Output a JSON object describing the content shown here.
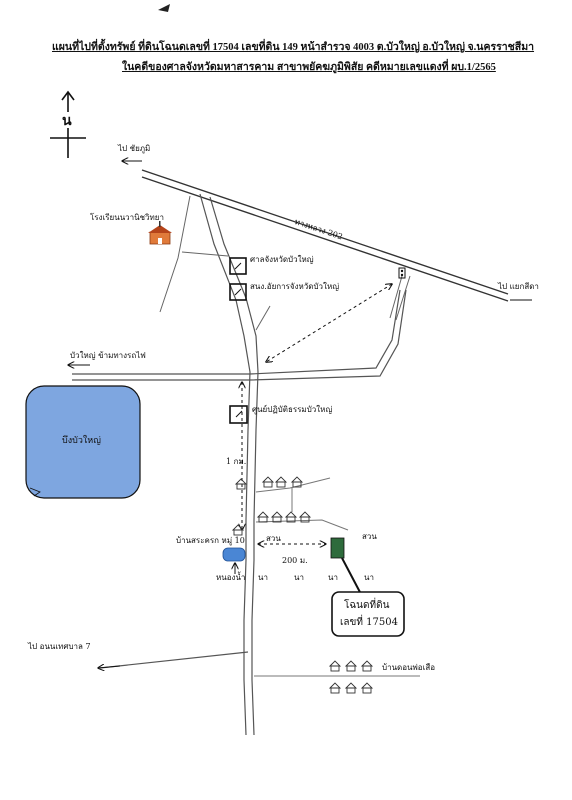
{
  "title": {
    "line1": "แผนที่ไปที่ตั้งทรัพย์  ที่ดินโฉนดเลขที่  17504  เลขที่ดิน  149  หน้าสำรวจ  4003  ต.บัวใหญ่  อ.บัวใหญ่  จ.นครราชสีมา",
    "line2": "ในคดีของศาลจังหวัดมหาสารคาม  สาขาพยัคฆภูมิพิสัย   คดีหมายเลขแดงที่  ผบ.1/2565"
  },
  "north_label": "น",
  "labels": {
    "to_chaiyaphum": "ไป  ชัยภูมิ",
    "highway": "ทางหลวง 202",
    "school": "โรงเรียนนวานิชวิทยา",
    "court": "ศาลจังหวัดบัวใหญ่",
    "prosecutor": "สนง.อัยการจังหวัดบัวใหญ่",
    "to_intersection": "ไป  แยกสีดา",
    "railway": "บัวใหญ่  ข้ามทางรถไฟ",
    "pond": "บึงบัวใหญ่",
    "dharma_center": "ศูนย์ปฏิบัติธรรมบัวใหญ่",
    "distance_1km": "1 กม.",
    "village_10": "บ้านสระครก  หมู่ 10",
    "garden1": "สวน",
    "garden2": "สวน",
    "distance_200m": "200 ม.",
    "water_pond": "หนองน้ำ",
    "field1": "นา",
    "field2": "นา",
    "field3": "นา",
    "field4": "นา",
    "deed_line1": "โฉนดที่ดิน",
    "deed_line2": "เลขที่  17504",
    "to_nonthaburi": "ไป  อนนเทศบาล 7",
    "village_don": "บ้านดอนพ่อเสือ"
  },
  "colors": {
    "pond": "#7ea6e0",
    "water_pond": "#4a86d4",
    "land_plot": "#2e6b3c"
  }
}
